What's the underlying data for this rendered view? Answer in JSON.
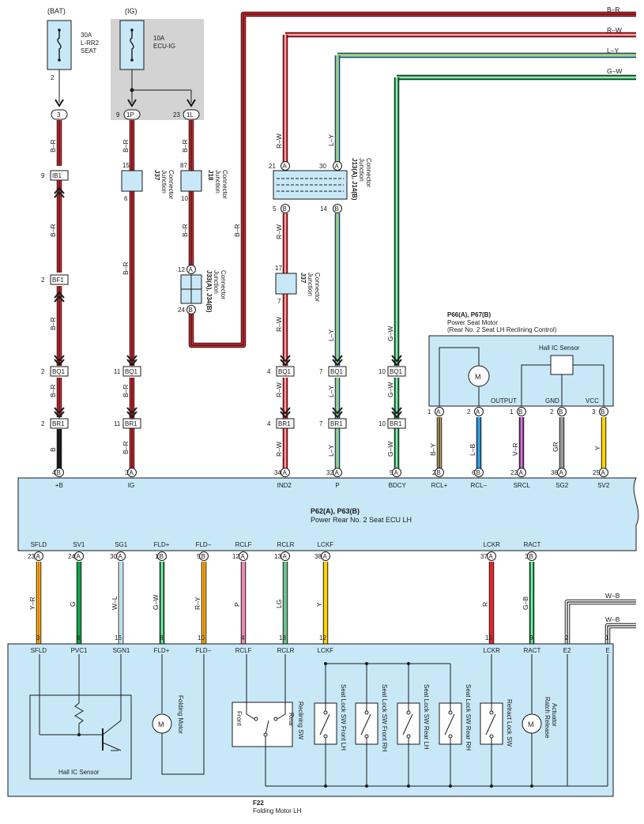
{
  "colors": {
    "red": "#e8232c",
    "black": "#1a1a1a",
    "green": "#11a24a",
    "lightblue": "#52c2ea",
    "yellow": "#ffd400",
    "pink": "#f08ab8",
    "lightgreen": "#6cc48a",
    "violet": "#8a3d96",
    "blue": "#1b7fc9",
    "gray": "#9a9a9a",
    "tan": "#c8ac68",
    "box": "#c8e8f8",
    "shade": "#d3d3d3"
  },
  "power": {
    "bat_label": "(BAT)",
    "ig_label": "(IG)",
    "fuse_bat": {
      "amp": "30A",
      "name1": "L-RR2",
      "name2": "SEAT",
      "pin": "2"
    },
    "fuse_ig": {
      "amp": "10A",
      "name": "ECU-IG"
    },
    "conn_3": "3",
    "conn_1P": "1P",
    "pin_1P": "9",
    "conn_1L": "1L",
    "pin_1L": "23"
  },
  "top_wires": {
    "br": "B–R",
    "rw": "R–W",
    "ly": "L–Y",
    "gw": "G–W"
  },
  "wire_labels": {
    "br": "B–R",
    "rw": "R–W",
    "ly": "L–Y",
    "gw": "G–W",
    "b": "B",
    "by": "B–Y",
    "lb": "L–B",
    "vr": "V–R",
    "gr": "GR",
    "y": "Y",
    "yr": "Y–R",
    "g": "G",
    "wl": "W–L",
    "ry": "R–Y",
    "p": "P",
    "lg": "LG",
    "r": "R",
    "gb": "G–B",
    "wb": "W–B"
  },
  "connectors": {
    "ib1": "IB1",
    "bf1": "BF1",
    "bq1": "BQ1",
    "br1": "BR1",
    "pin9": "9",
    "pin2": "2",
    "pin11": "11",
    "pin4": "4",
    "pin7": "7",
    "pin10": "10"
  },
  "junctions": {
    "j37": "J37",
    "j18": "J18",
    "j33": "J33(A), J34(B)",
    "j13": "J13(A), J14(B)",
    "jc": "Junction",
    "jc2": "Connector",
    "p15": "15",
    "p6": "6",
    "p87": "87",
    "p10": "10",
    "p12": "12",
    "p24": "24",
    "p21": "21",
    "p30": "30",
    "p5": "5",
    "p14": "14",
    "p17": "17",
    "p7": "7",
    "a": "A",
    "b": "B"
  },
  "motor": {
    "title1": "P66(A), P67(B)",
    "title2": "Power Seat Motor",
    "title3": "(Rear No. 2 Seat LH Reclining Control)",
    "hall": "Hall IC Sensor",
    "output": "OUTPUT",
    "gnd": "GND",
    "vcc": "VCC",
    "m": "M",
    "pins": [
      "1",
      "2",
      "1",
      "2",
      "3"
    ]
  },
  "ecu": {
    "title1": "P62(A), P63(B)",
    "title2": "Power Rear No. 2 Seat ECU LH",
    "top_pins": [
      {
        "num": "4",
        "ab": "B",
        "name": "+B"
      },
      {
        "num": "3",
        "ab": "A",
        "name": "IG"
      },
      {
        "num": "34",
        "ab": "A",
        "name": "IND2"
      },
      {
        "num": "32",
        "ab": "A",
        "name": "P"
      },
      {
        "num": "5",
        "ab": "A",
        "name": "BDCY"
      },
      {
        "num": "2",
        "ab": "B",
        "name": "RCL+"
      },
      {
        "num": "6",
        "ab": "B",
        "name": "RCL–"
      },
      {
        "num": "22",
        "ab": "A",
        "name": "SRCL"
      },
      {
        "num": "36",
        "ab": "A",
        "name": "SG2"
      },
      {
        "num": "25",
        "ab": "A",
        "name": "SV2"
      }
    ],
    "bottom_pins": [
      {
        "num": "23",
        "ab": "A",
        "name": "SFLD"
      },
      {
        "num": "24",
        "ab": "A",
        "name": "SV1"
      },
      {
        "num": "30",
        "ab": "A",
        "name": "SG1"
      },
      {
        "num": "1",
        "ab": "B",
        "name": "FLD+"
      },
      {
        "num": "5",
        "ab": "B",
        "name": "FLD–"
      },
      {
        "num": "12",
        "ab": "A",
        "name": "RCLF"
      },
      {
        "num": "13",
        "ab": "A",
        "name": "RCLR"
      },
      {
        "num": "38",
        "ab": "A",
        "name": "LCKF"
      },
      {
        "num": "37",
        "ab": "A",
        "name": "LCKR"
      },
      {
        "num": "3",
        "ab": "B",
        "name": "RACT"
      }
    ]
  },
  "folding": {
    "title1": "F22",
    "title2": "Folding Motor LH",
    "pins": [
      {
        "num": "3",
        "name": "SFLD"
      },
      {
        "num": "6",
        "name": "PVC1"
      },
      {
        "num": "16",
        "name": "SGN1"
      },
      {
        "num": "8",
        "name": "FLD+"
      },
      {
        "num": "10",
        "name": "FLD–"
      },
      {
        "num": "4",
        "name": "RCLF"
      },
      {
        "num": "13",
        "name": "RCLR"
      },
      {
        "num": "12",
        "name": "LCKF"
      },
      {
        "num": "15",
        "name": "LCKR"
      },
      {
        "num": "9",
        "name": "RACT"
      },
      {
        "num": "2",
        "name": "E2"
      },
      {
        "num": "1",
        "name": "E"
      }
    ],
    "hall": "Hall IC Sensor",
    "fold_motor": "Folding Motor",
    "front": "Front",
    "rear": "Rear",
    "recl": "Reclining SW",
    "sw1": "Seat Lock SW Front LH",
    "sw2": "Seat Lock SW Front RH",
    "sw3": "Seat Lock SW Rear LH",
    "sw4": "Seat Lock SW Rear RH",
    "retract": "Retract Lock SW",
    "ratch1": "Ratch Release",
    "ratch2": "Actuator",
    "m": "M"
  }
}
